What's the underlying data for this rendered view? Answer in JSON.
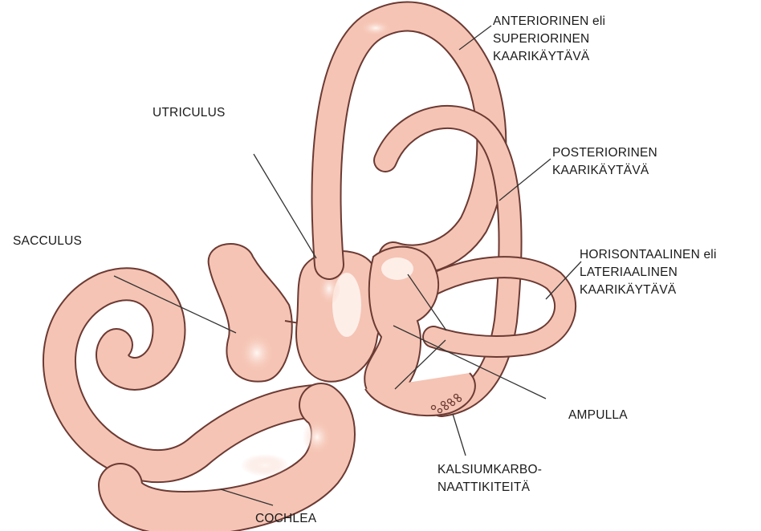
{
  "labels": {
    "anterior": [
      "ANTERIORINEN eli",
      "SUPERIORINEN",
      "KAARIKÄYTÄVÄ"
    ],
    "utriculus": "UTRICULUS",
    "posterior": [
      "POSTERIORINEN",
      "KAARIKÄYTÄVÄ"
    ],
    "sacculus": "SACCULUS",
    "horizontal": [
      "HORISONTAALINEN eli",
      "LATERIAALINEN",
      "KAARIKÄYTÄVÄ"
    ],
    "ampulla": "AMPULLA",
    "otoliths": [
      "KALSIUMKARBO-",
      "NAATTIKITEITÄ"
    ],
    "cochlea": "COCHLEA"
  },
  "colors": {
    "tissue": "#f5c4b4",
    "tissue_dark": "#ea9c8c",
    "highlight": "#fdeee8",
    "outline": "#6b3a33",
    "leader": "#333333"
  }
}
